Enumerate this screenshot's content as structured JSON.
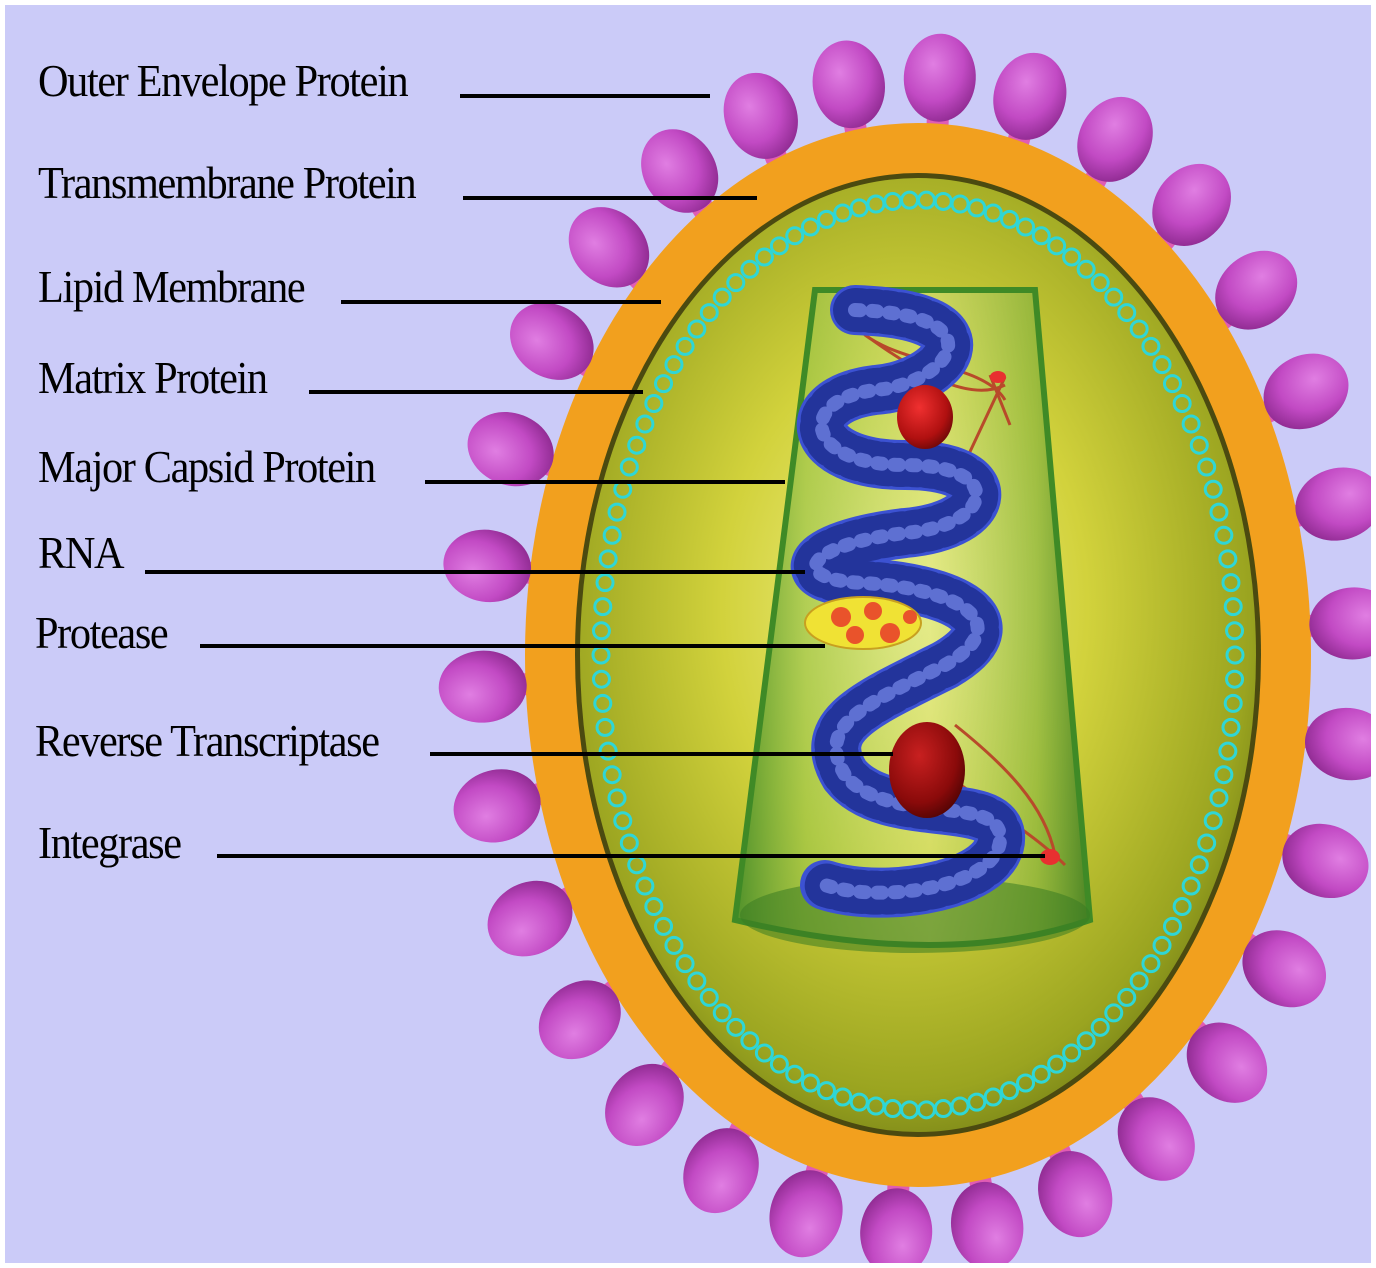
{
  "labels": {
    "outer_envelope_protein": "Outer Envelope Protein",
    "transmembrane_protein": "Transmembrane Protein",
    "lipid_membrane": "Lipid Membrane",
    "matrix_protein": "Matrix Protein",
    "major_capsid_protein": "Major Capsid Protein",
    "rna": "RNA",
    "protease": "Protease",
    "reverse_transcriptase": "Reverse Transcriptase",
    "integrase": "Integrase"
  },
  "colors": {
    "background": "#CBCBF8",
    "envelope_spike": "#C24AC4",
    "spike_stem": "#E05CB4",
    "lipid_layer": "#F2A01E",
    "matrix_ring": "#4B4A10",
    "matrix_beads": "#2FD6D6",
    "interior": "#C8C832",
    "capsid": "#4FA030",
    "rna": "#3C52D2",
    "enzyme_red": "#C81414",
    "protease_yellow": "#F0E234",
    "leader_line": "#000000"
  }
}
